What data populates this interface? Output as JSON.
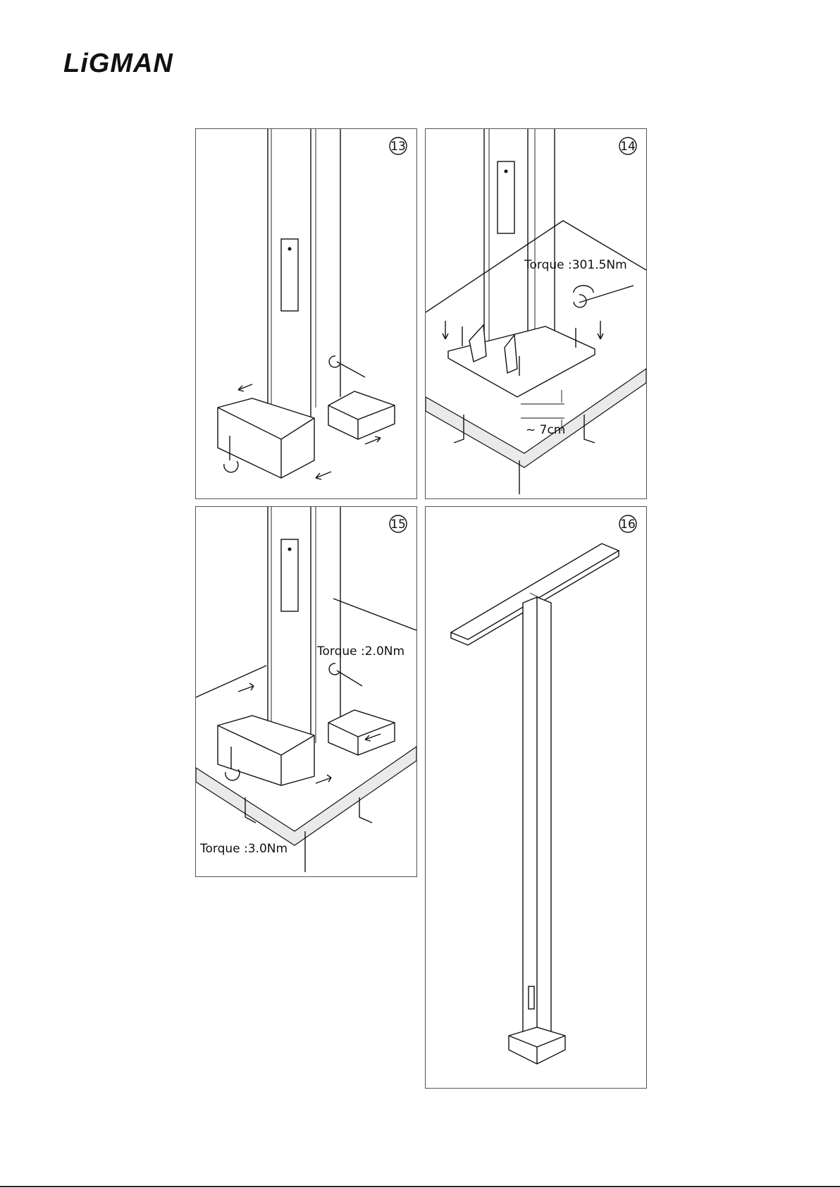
{
  "header": {
    "logo_text": "LiGMAN"
  },
  "panels": [
    {
      "step": "13",
      "labels": []
    },
    {
      "step": "14",
      "labels": [
        "Torque :301.5Nm",
        "~ 7cm"
      ]
    },
    {
      "step": "15",
      "labels": [
        "Torque :2.0Nm",
        "Torque :3.0Nm"
      ]
    },
    {
      "step": "16",
      "labels": []
    }
  ]
}
